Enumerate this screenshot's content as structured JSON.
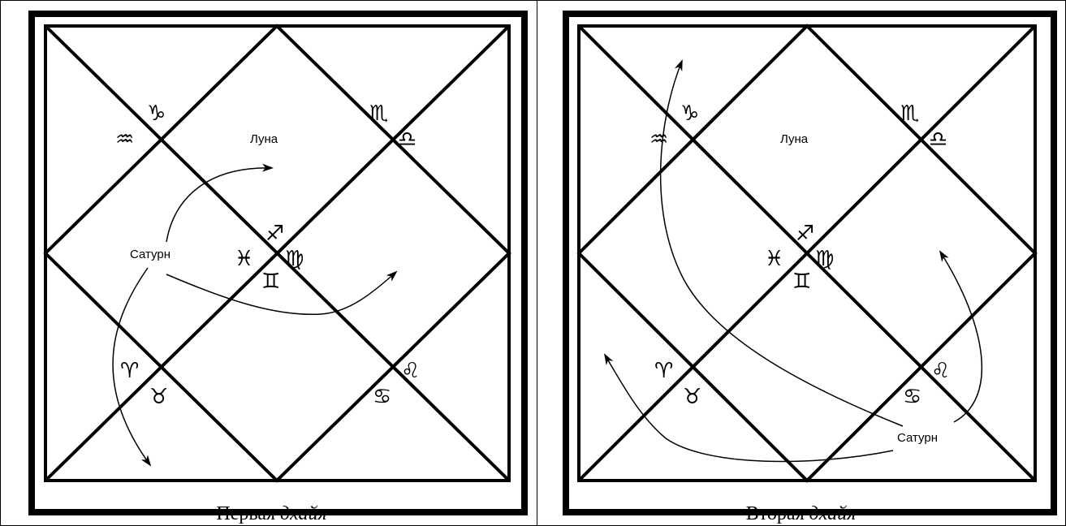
{
  "panels": [
    {
      "caption": {
        "plain": "Первая ",
        "italic": "дхайя"
      },
      "planet_labels": [
        "Луна",
        "Сатурн"
      ],
      "signs": [
        "♑",
        "♒",
        "♏",
        "♎",
        "♐",
        "♓",
        "♍",
        "♊",
        "♈",
        "♉",
        "♌",
        "♋"
      ]
    },
    {
      "caption": {
        "plain": "Вторая ",
        "italic": "дхайя"
      },
      "planet_labels": [
        "Луна",
        "Сатурн"
      ],
      "signs": [
        "♑",
        "♒",
        "♏",
        "♎",
        "♐",
        "♓",
        "♍",
        "♊",
        "♈",
        "♉",
        "♌",
        "♋"
      ]
    }
  ]
}
